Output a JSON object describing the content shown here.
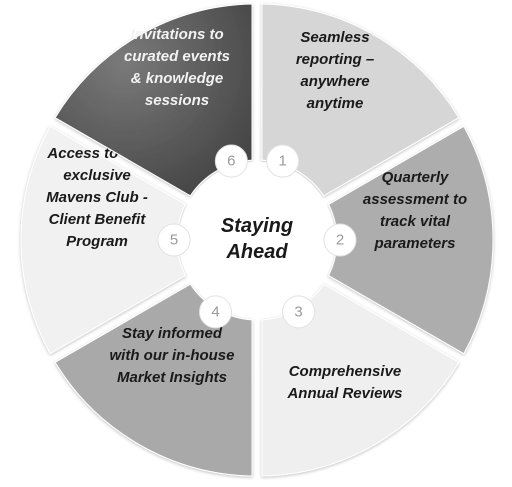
{
  "center": {
    "line1": "Staying",
    "line2": "Ahead"
  },
  "segments": [
    {
      "number": "1",
      "lines": [
        "Seamless",
        "reporting –",
        "anywhere",
        "anytime"
      ],
      "fill": "#d6d6d6",
      "text_color": "#1a1a1a"
    },
    {
      "number": "2",
      "lines": [
        "Quarterly",
        "assessment to",
        "track vital",
        "parameters"
      ],
      "fill": "#adadad",
      "text_color": "#1a1a1a"
    },
    {
      "number": "3",
      "lines": [
        "Comprehensive",
        "Annual Reviews"
      ],
      "fill": "#efefef",
      "text_color": "#1a1a1a"
    },
    {
      "number": "4",
      "lines": [
        "Stay informed",
        "with our in-house",
        "Market Insights"
      ],
      "fill": "#a9a9a9",
      "text_color": "#1a1a1a"
    },
    {
      "number": "5",
      "lines": [
        "Access to our",
        "exclusive",
        "Mavens Club -",
        "Client Benefit",
        "Program"
      ],
      "fill": "#f1f1f1",
      "text_color": "#1a1a1a"
    },
    {
      "number": "6",
      "lines": [
        "Invitations to",
        "curated events",
        "& knowledge",
        "sessions"
      ],
      "fill": "#595959",
      "text_color": "#f2f2f2"
    }
  ]
}
